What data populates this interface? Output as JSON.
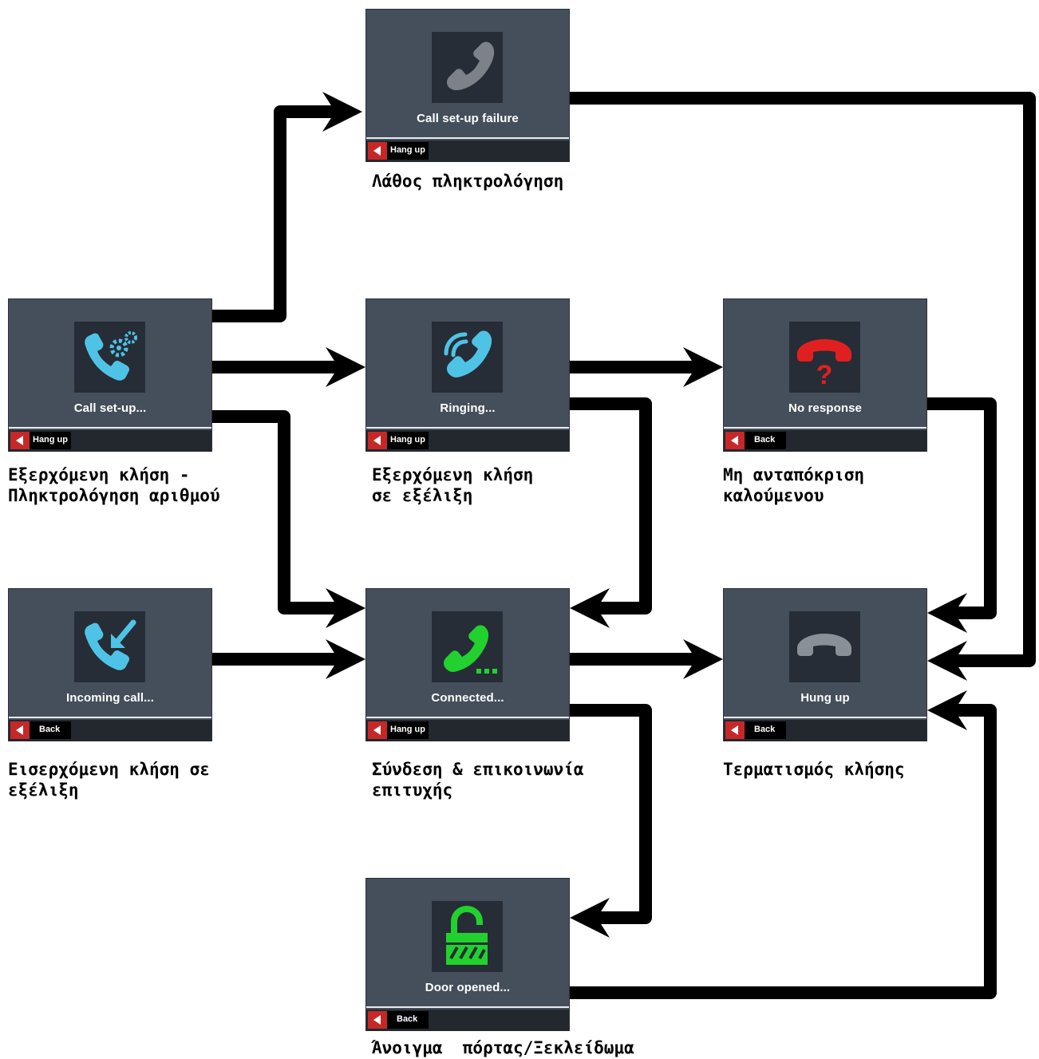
{
  "screens": {
    "call_setup_failure": {
      "status": "Call set-up failure",
      "softkey": "Hang up",
      "caption": "Λάθος πληκτρολόγηση",
      "icon": "phone-grey-icon"
    },
    "call_setup": {
      "status": "Call set-up...",
      "softkey": "Hang up",
      "caption": "Εξερχόμενη κλήση -\nΠληκτρολόγηση αριθμού",
      "icon": "phone-settings-icon"
    },
    "ringing": {
      "status": "Ringing...",
      "softkey": "Hang up",
      "caption": "Εξερχόμενη κλήση\nσε εξέλιξη",
      "icon": "phone-ringing-icon"
    },
    "no_response": {
      "status": "No response",
      "softkey": "Back",
      "caption": "Μη ανταπόκριση\nκαλούμενου",
      "icon": "phone-question-icon"
    },
    "incoming_call": {
      "status": "Incoming call...",
      "softkey": "Back",
      "caption": "Εισερχόμενη κλήση σε\nεξέλιξη",
      "icon": "phone-incoming-icon"
    },
    "connected": {
      "status": "Connected...",
      "softkey": "Hang up",
      "caption": "Σύνδεση & επικοινωνία\nεπιτυχής",
      "icon": "phone-connected-icon"
    },
    "hung_up": {
      "status": "Hung up",
      "softkey": "Back",
      "caption": "Τερματισμός κλήσης",
      "icon": "phone-hung-up-icon"
    },
    "door_opened": {
      "status": "Door opened...",
      "softkey": "Back",
      "caption": "Άνοιγμα  πόρτας/Ξεκλείδωμα",
      "icon": "padlock-open-icon"
    }
  },
  "colors": {
    "screen_bg": "#454f5b",
    "icon_bg": "#262d36",
    "softbar_bg": "#23282f",
    "softkey_red": "#c62828",
    "blue": "#4fc3e6",
    "green": "#22d12e",
    "red": "#e02020",
    "grey": "#8a9097"
  }
}
